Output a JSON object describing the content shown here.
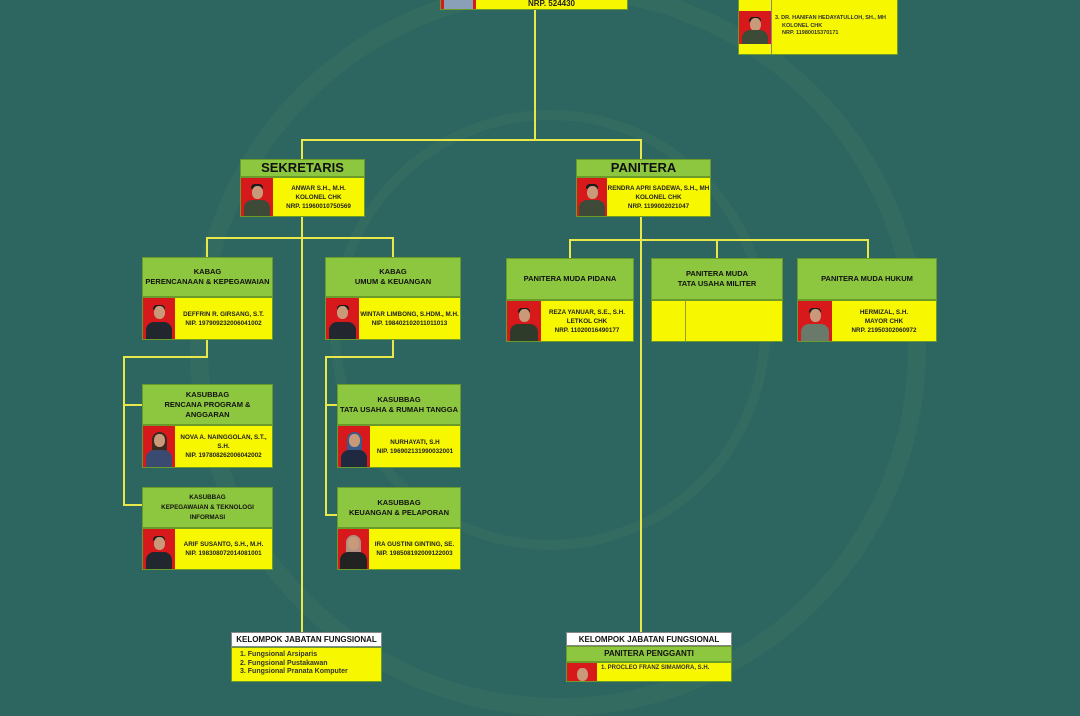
{
  "top": {
    "nrp": "NRP. 524430"
  },
  "top_right": {
    "line1": "3.  DR. HANIFAN HEDAYATULLOH, SH., MH",
    "line2": "KOLONEL CHK",
    "line3": "NRP. 11980015370171"
  },
  "sekretaris": {
    "title": "SEKRETARIS",
    "name": "ANWAR S.H., M.H.",
    "rank": "KOLONEL CHK",
    "id": "NRP. 11960010750569"
  },
  "panitera": {
    "title": "PANITERA",
    "name": "RENDRA APRI SADEWA, S.H., MH",
    "rank": "KOLONEL CHK",
    "id": "NRP. 1199002021047"
  },
  "kabag_pk": {
    "title1": "KABAG",
    "title2": "PERENCANAAN & KEPEGAWAIAN",
    "name": "DEFFRIN R. GIRSANG, S.T.",
    "id": "NIP. 197909232006041002"
  },
  "kabag_uk": {
    "title1": "KABAG",
    "title2": "UMUM & KEUANGAN",
    "name": "WINTAR LIMBONG, S.HDM., M.H.",
    "id": "NIP. 198402102011011013"
  },
  "kasubbag_rpa": {
    "title1": "KASUBBAG",
    "title2": "RENCANA PROGRAM & ANGGARAN",
    "name": "NOVA A. NAINGGOLAN, S.T., S.H.",
    "id": "NIP. 197808262006042002"
  },
  "kasubbag_kti": {
    "title1": "KASUBBAG",
    "title2": "KEPEGAWAIAN & TEKNOLOGI INFORMASI",
    "name": "ARIF SUSANTO, S.H., M.H.",
    "id": "NIP. 198308072014081001"
  },
  "kasubbag_turt": {
    "title1": "KASUBBAG",
    "title2": "TATA USAHA & RUMAH TANGGA",
    "name": "NURHAYATI, S.H",
    "id": "NIP. 196902131990032001"
  },
  "kasubbag_kp": {
    "title1": "KASUBBAG",
    "title2": "KEUANGAN & PELAPORAN",
    "name": "IRA GUSTINI GINTING, SE.",
    "id": "NIP. 198508192009122003"
  },
  "pm_pidana": {
    "title": "PANITERA MUDA PIDANA",
    "name": "REZA YANUAR, S.E., S.H.",
    "rank": "LETKOL CHK",
    "id": "NRP. 11020016490177"
  },
  "pm_tum": {
    "title1": "PANITERA MUDA",
    "title2": "TATA USAHA MILITER"
  },
  "pm_hukum": {
    "title": "PANITERA MUDA HUKUM",
    "name": "HERMIZAL, S.H.",
    "rank": "MAYOR CHK",
    "id": "NRP. 21950302060972"
  },
  "kjf_left": {
    "title": "KELOMPOK JABATAN FUNGSIONAL",
    "items": [
      "1. Fungsional Arsiparis",
      "2. Fungsional Pustakawan",
      "3. Fungsional Pranata Komputer"
    ]
  },
  "kjf_right": {
    "title": "KELOMPOK JABATAN FUNGSIONAL",
    "subtitle": "PANITERA PENGGANTI",
    "first": "1.  PROCLEO FRANZ SIMAMORA, S.H."
  }
}
